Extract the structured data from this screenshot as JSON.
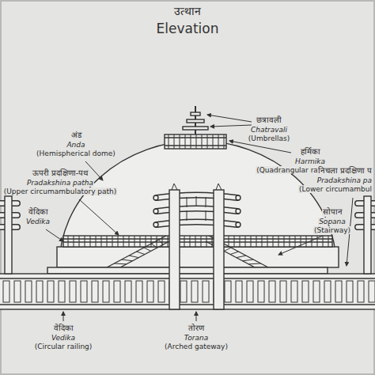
{
  "diagram": {
    "title": "Elevation",
    "labels": [
      "उत्थान",
      "छत्रावली",
      "Chatravali",
      "(Umbrellas)",
      "हर्मिका",
      "Harmika",
      "(Quadrangular railed pavilion)",
      "अंड",
      "Anda",
      "(Hemispherical dome)",
      "ऊपरी प्रदक्षिणा-पथ",
      "Pradakshina patha",
      "(Upper circumambulatory path)",
      "वेदिका",
      "Vedika",
      "निचला प्रदक्षिणा प",
      "Pradakshina pa",
      "(Lower circumambul",
      "सोपान",
      "Sopana",
      "(Stairway)",
      "वेदिका",
      "Vedika",
      "(Circular railing)",
      "तोरण",
      "Torana",
      "(Arched gateway)"
    ]
  }
}
